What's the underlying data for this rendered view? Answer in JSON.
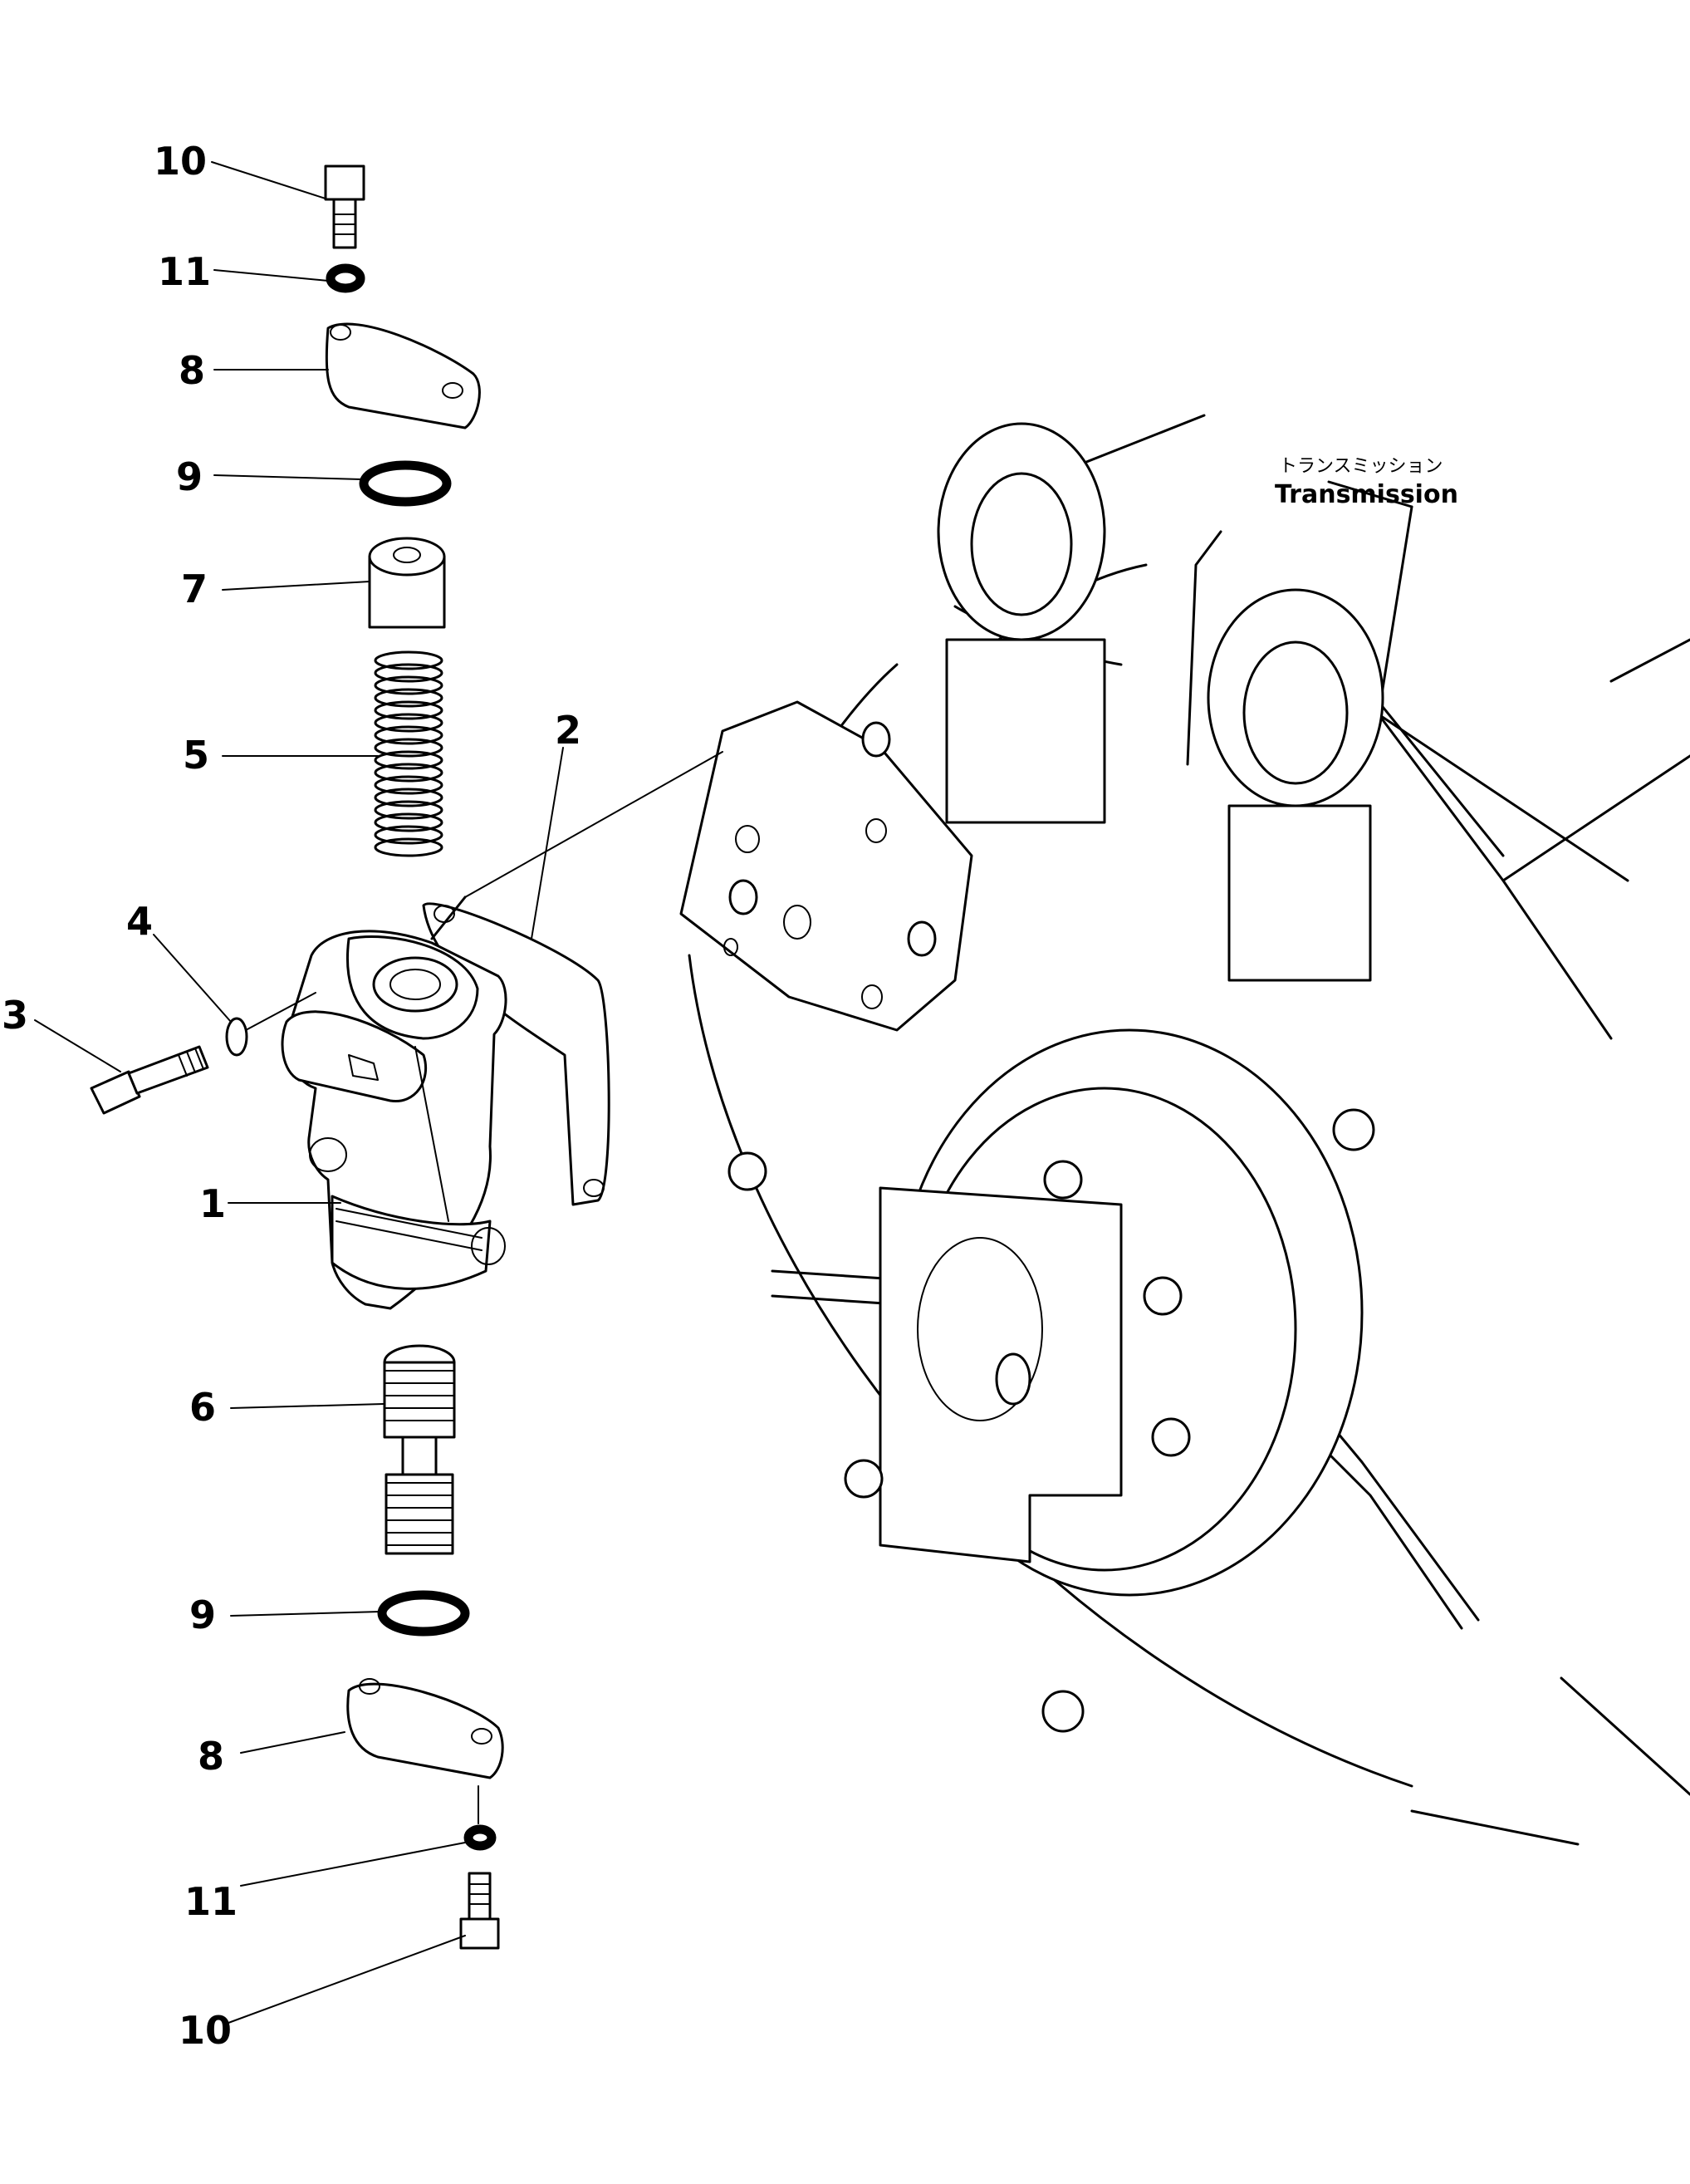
{
  "callouts": [
    {
      "id": "c10a",
      "text": "10"
    },
    {
      "id": "c11a",
      "text": "11"
    },
    {
      "id": "c8a",
      "text": "8"
    },
    {
      "id": "c9a",
      "text": "9"
    },
    {
      "id": "c7",
      "text": "7"
    },
    {
      "id": "c5",
      "text": "5"
    },
    {
      "id": "c2",
      "text": "2"
    },
    {
      "id": "c4",
      "text": "4"
    },
    {
      "id": "c3",
      "text": "3"
    },
    {
      "id": "c1",
      "text": "1"
    },
    {
      "id": "c6",
      "text": "6"
    },
    {
      "id": "c9b",
      "text": "9"
    },
    {
      "id": "c8b",
      "text": "8"
    },
    {
      "id": "c11b",
      "text": "11"
    },
    {
      "id": "c10b",
      "text": "10"
    }
  ],
  "transmission_label": {
    "jp": "トランスミッション",
    "en": "Transmission"
  }
}
